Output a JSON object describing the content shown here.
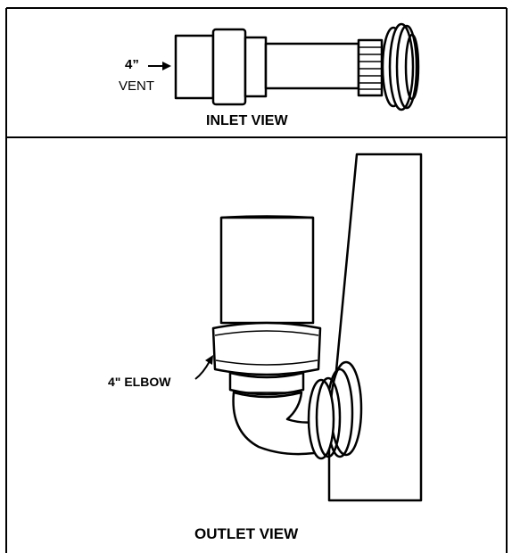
{
  "inlet_panel": {
    "caption": "INLET VIEW",
    "vent_label_line1": "4”",
    "vent_label_line2": "VENT"
  },
  "outlet_panel": {
    "caption": "OUTLET VIEW",
    "elbow_label": "4\" ELBOW"
  },
  "colors": {
    "stroke": "#000000",
    "background": "#ffffff"
  }
}
